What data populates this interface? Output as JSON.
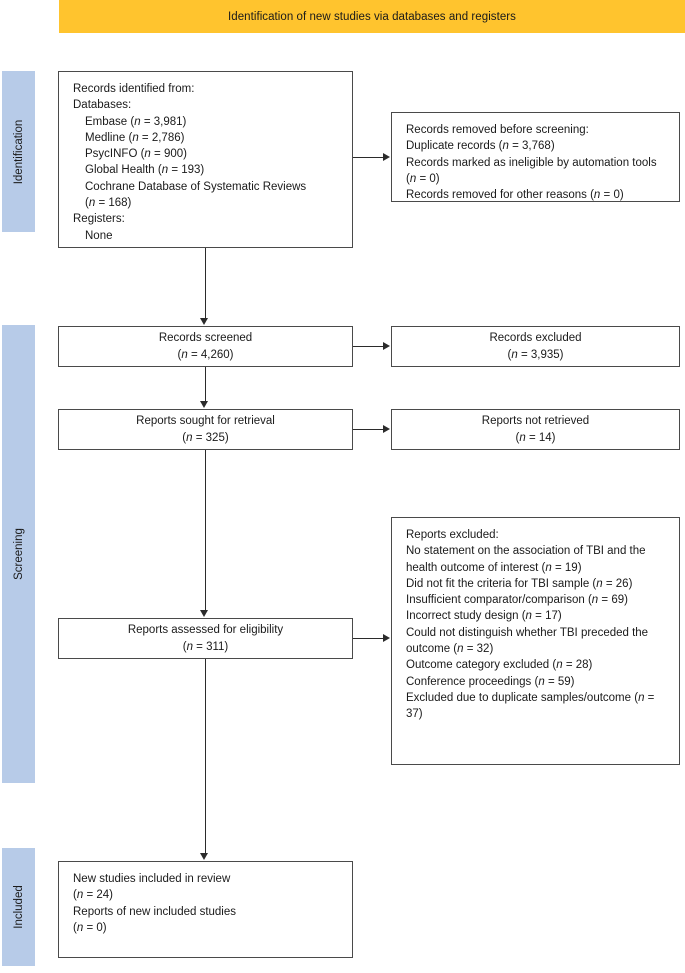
{
  "banner": {
    "title": "Identification of new studies via databases and registers",
    "color": "#ffc42e"
  },
  "phases": {
    "identification": "Identification",
    "screening": "Screening",
    "included": "Included",
    "color": "#b7cbe8"
  },
  "boxes": {
    "identified": {
      "title": "Records identified from:",
      "databases_label": "Databases:",
      "sources": [
        {
          "name": "Embase",
          "n": "3,981"
        },
        {
          "name": "Medline",
          "n": "2,786"
        },
        {
          "name": "PsycINFO",
          "n": "900"
        },
        {
          "name": "Global Health",
          "n": "193"
        }
      ],
      "cochrane_name": "Cochrane Database of Systematic Reviews",
      "cochrane_n": "168",
      "registers_label": "Registers:",
      "registers_value": "None"
    },
    "removed": {
      "title": "Records removed before screening:",
      "lines": [
        "Duplicate records",
        "Records marked as ineligible by automation tools",
        "Records removed for other reasons"
      ],
      "duplicate_n": "3,768",
      "automation_n": "0",
      "other_n": "0"
    },
    "screened": {
      "label": "Records screened",
      "n": "4,260"
    },
    "excluded_records": {
      "label": "Records excluded",
      "n": "3,935"
    },
    "sought": {
      "label": "Reports sought for retrieval",
      "n": "325"
    },
    "not_retrieved": {
      "label": "Reports not retrieved",
      "n": "14"
    },
    "assessed": {
      "label": "Reports assessed for eligibility",
      "n": "311"
    },
    "reports_excluded": {
      "title": "Reports excluded:",
      "reasons": [
        {
          "text": "No statement on the association of TBI and the health outcome of interest",
          "n": "19"
        },
        {
          "text": "Did not fit the criteria for TBI sample",
          "n": "26"
        },
        {
          "text": "Insufficient comparator/comparison",
          "n": "69"
        },
        {
          "text": "Incorrect study design",
          "n": "17"
        },
        {
          "text": "Could not distinguish whether TBI preceded the outcome",
          "n": "32"
        },
        {
          "text": "Outcome category excluded",
          "n": "28"
        },
        {
          "text": "Conference proceedings",
          "n": "59"
        },
        {
          "text": "Excluded due to duplicate samples/outcome",
          "n": "37"
        }
      ]
    },
    "included": {
      "line1": "New studies included in review",
      "n1": "24",
      "line2": "Reports of new included studies",
      "n2": "0"
    }
  }
}
